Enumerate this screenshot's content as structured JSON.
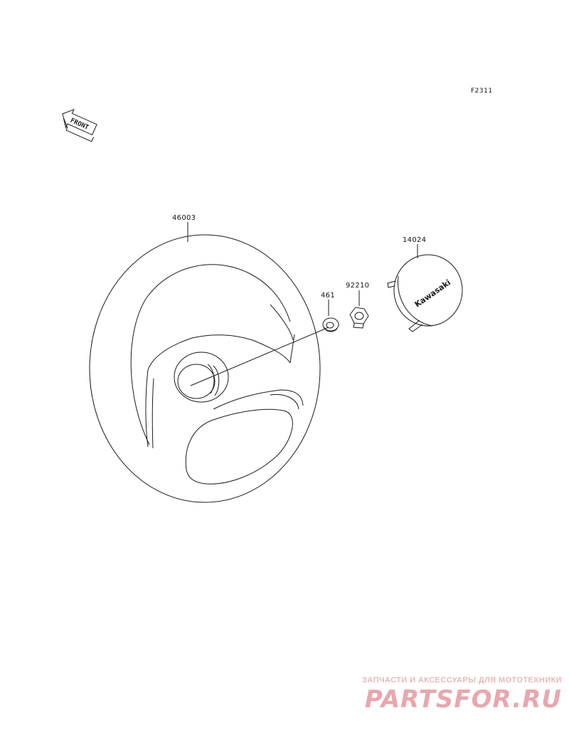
{
  "figure": {
    "code": "F2311",
    "front_arrow_text": "FRONT"
  },
  "parts": [
    {
      "number": "46003",
      "name": "steering-wheel"
    },
    {
      "number": "14024",
      "name": "cover"
    },
    {
      "number": "92210",
      "name": "nut"
    },
    {
      "number": "461",
      "name": "washer"
    }
  ],
  "cover_logo_text": "Kawasaki",
  "watermark": {
    "tagline": "ЗАПЧАСТИ И АКСЕССУАРЫ ДЛЯ МОТОТЕХНИКИ",
    "logo": "PARTSFOR.RU"
  },
  "colors": {
    "line": "#1a1a1a",
    "watermark": "#e9a6ad"
  }
}
